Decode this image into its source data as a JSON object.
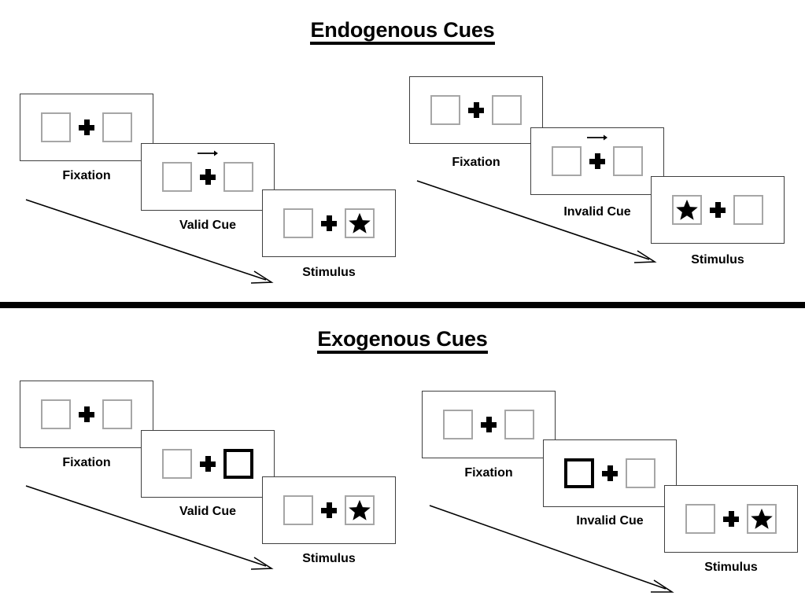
{
  "sections": [
    {
      "id": "endogenous",
      "title": "Endogenous Cues",
      "sequences": [
        {
          "id": "endogenous-valid",
          "cue_type": "valid",
          "frames": [
            {
              "caption": "Fixation",
              "cue": "none",
              "cue_side": "",
              "target_side": ""
            },
            {
              "caption": "Valid Cue",
              "cue": "arrow",
              "cue_side": "right",
              "target_side": ""
            },
            {
              "caption": "Stimulus",
              "cue": "none",
              "cue_side": "",
              "target_side": "right"
            }
          ]
        },
        {
          "id": "endogenous-invalid",
          "cue_type": "invalid",
          "frames": [
            {
              "caption": "Fixation",
              "cue": "none",
              "cue_side": "",
              "target_side": ""
            },
            {
              "caption": "Invalid Cue",
              "cue": "arrow",
              "cue_side": "right",
              "target_side": ""
            },
            {
              "caption": "Stimulus",
              "cue": "none",
              "cue_side": "",
              "target_side": "left"
            }
          ]
        }
      ]
    },
    {
      "id": "exogenous",
      "title": "Exogenous Cues",
      "sequences": [
        {
          "id": "exogenous-valid",
          "cue_type": "valid",
          "frames": [
            {
              "caption": "Fixation",
              "cue": "none",
              "cue_side": "",
              "target_side": ""
            },
            {
              "caption": "Valid Cue",
              "cue": "box",
              "cue_side": "right",
              "target_side": ""
            },
            {
              "caption": "Stimulus",
              "cue": "none",
              "cue_side": "",
              "target_side": "right"
            }
          ]
        },
        {
          "id": "exogenous-invalid",
          "cue_type": "invalid",
          "frames": [
            {
              "caption": "Fixation",
              "cue": "none",
              "cue_side": "",
              "target_side": ""
            },
            {
              "caption": "Invalid Cue",
              "cue": "box",
              "cue_side": "left",
              "target_side": ""
            },
            {
              "caption": "Stimulus",
              "cue": "none",
              "cue_side": "",
              "target_side": "right"
            }
          ]
        }
      ]
    }
  ],
  "icons": {
    "target": "star-icon",
    "fixation": "fixation-cross-icon",
    "cue_arrow": "right-arrow-cue-icon",
    "time_arrow": "time-progression-arrow-icon",
    "placeholder": "placeholder-box-icon"
  },
  "colors": {
    "ink": "#000000",
    "panel_border": "#3f3f3f",
    "placeholder_border": "#a6a6a6",
    "cued_border": "#000000",
    "background": "#ffffff"
  },
  "labels": {
    "endogenous_title": "Endogenous Cues",
    "exogenous_title": "Exogenous Cues",
    "fixation": "Fixation",
    "valid_cue": "Valid Cue",
    "invalid_cue": "Invalid Cue",
    "stimulus": "Stimulus"
  }
}
